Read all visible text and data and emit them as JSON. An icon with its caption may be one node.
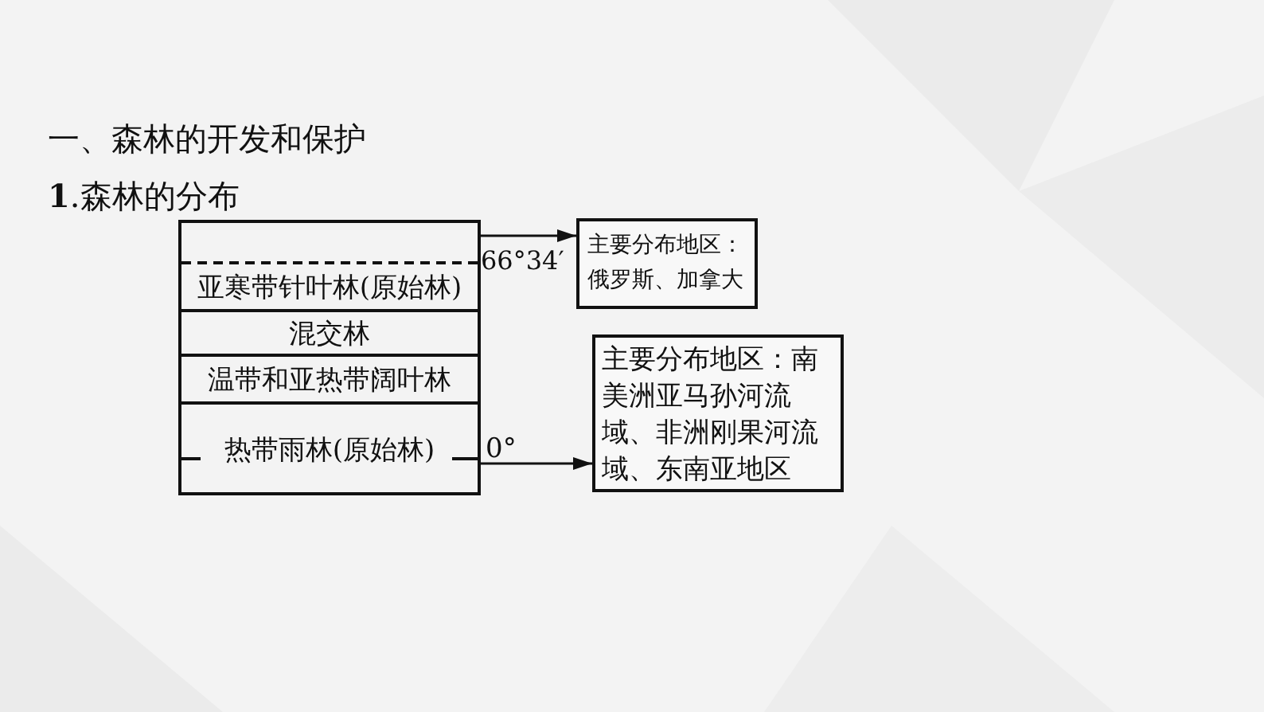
{
  "diagram": {
    "title": "一、森林的开发和保护",
    "nodes": [
      {
        "text": [],
        "shape": "box"
      },
      {
        "text": [
          "亚寒带针叶林(原始林)"
        ],
        "in": 0
      },
      {
        "text": [
          "混交林"
        ],
        "in": 0
      },
      {
        "text": [
          "温带和亚热带阔叶林"
        ],
        "in": 0
      },
      {
        "text": [
          "热带雨林(原始林)"
        ],
        "in": 0
      },
      {
        "text": [
          "主要分布地区：俄罗斯、加拿大"
        ]
      },
      {
        "text": [
          "主要分布地区：南美洲亚马孙河流域、非洲刚果河流域、东南亚地区"
        ]
      }
    ],
    "edges": [
      {
        "from": 0,
        "to": 5,
        "arrow": "to"
      },
      {
        "from": 4,
        "to": 6,
        "arrow": "to"
      }
    ],
    "labels": [
      "**1**.森林的分布",
      "66°34′",
      "0°"
    ]
  }
}
